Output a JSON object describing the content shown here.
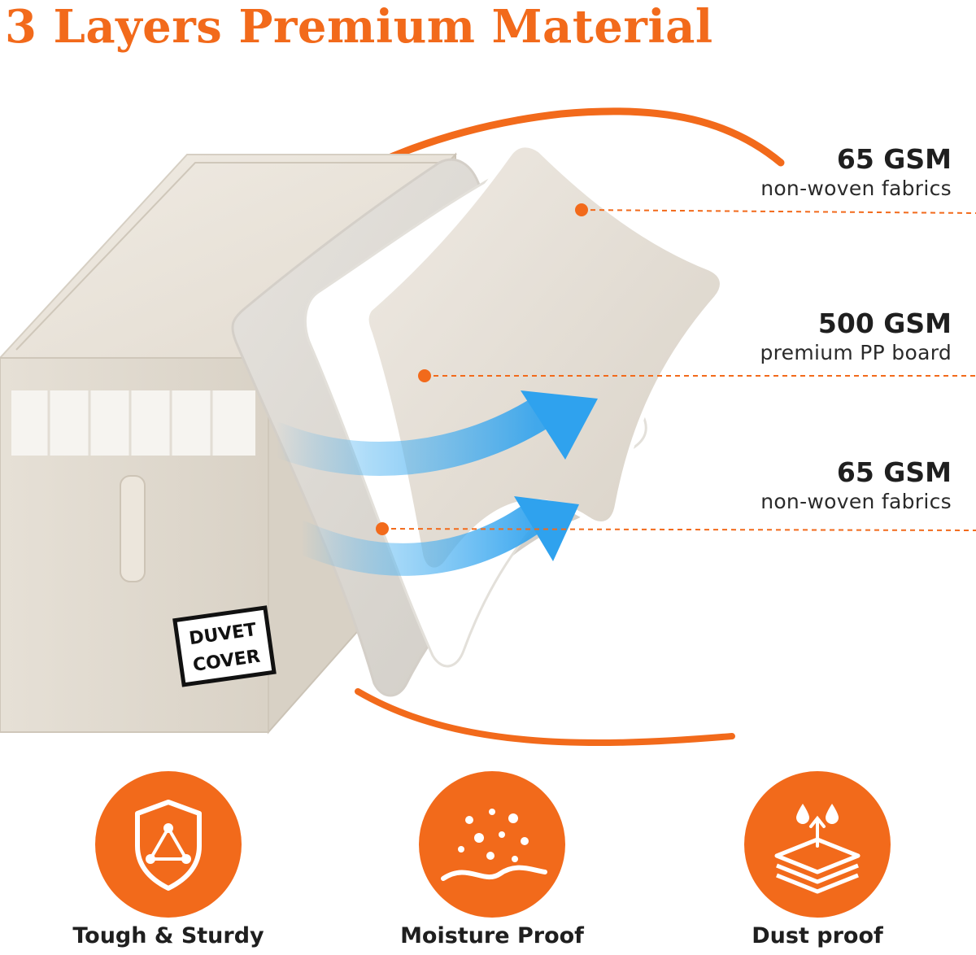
{
  "headline": "3 Layers Premium Material",
  "colors": {
    "accent": "#f26a1b",
    "arrow_blue": "#3aa9f0",
    "fabric_beige": "#e3ded6",
    "board_white": "#ffffff"
  },
  "product_label": {
    "line1": "DUVET",
    "line2": "COVER"
  },
  "layers": [
    {
      "gsm": "65 GSM",
      "material": "non-woven fabrics"
    },
    {
      "gsm": "500 GSM",
      "material": "premium PP board"
    },
    {
      "gsm": "65 GSM",
      "material": "non-woven fabrics"
    }
  ],
  "features": [
    {
      "label": "Tough & Sturdy",
      "icon": "shield-triangle-icon"
    },
    {
      "label": "Moisture Proof",
      "icon": "moisture-dots-icon"
    },
    {
      "label": "Dust proof",
      "icon": "layered-water-drops-icon"
    }
  ]
}
